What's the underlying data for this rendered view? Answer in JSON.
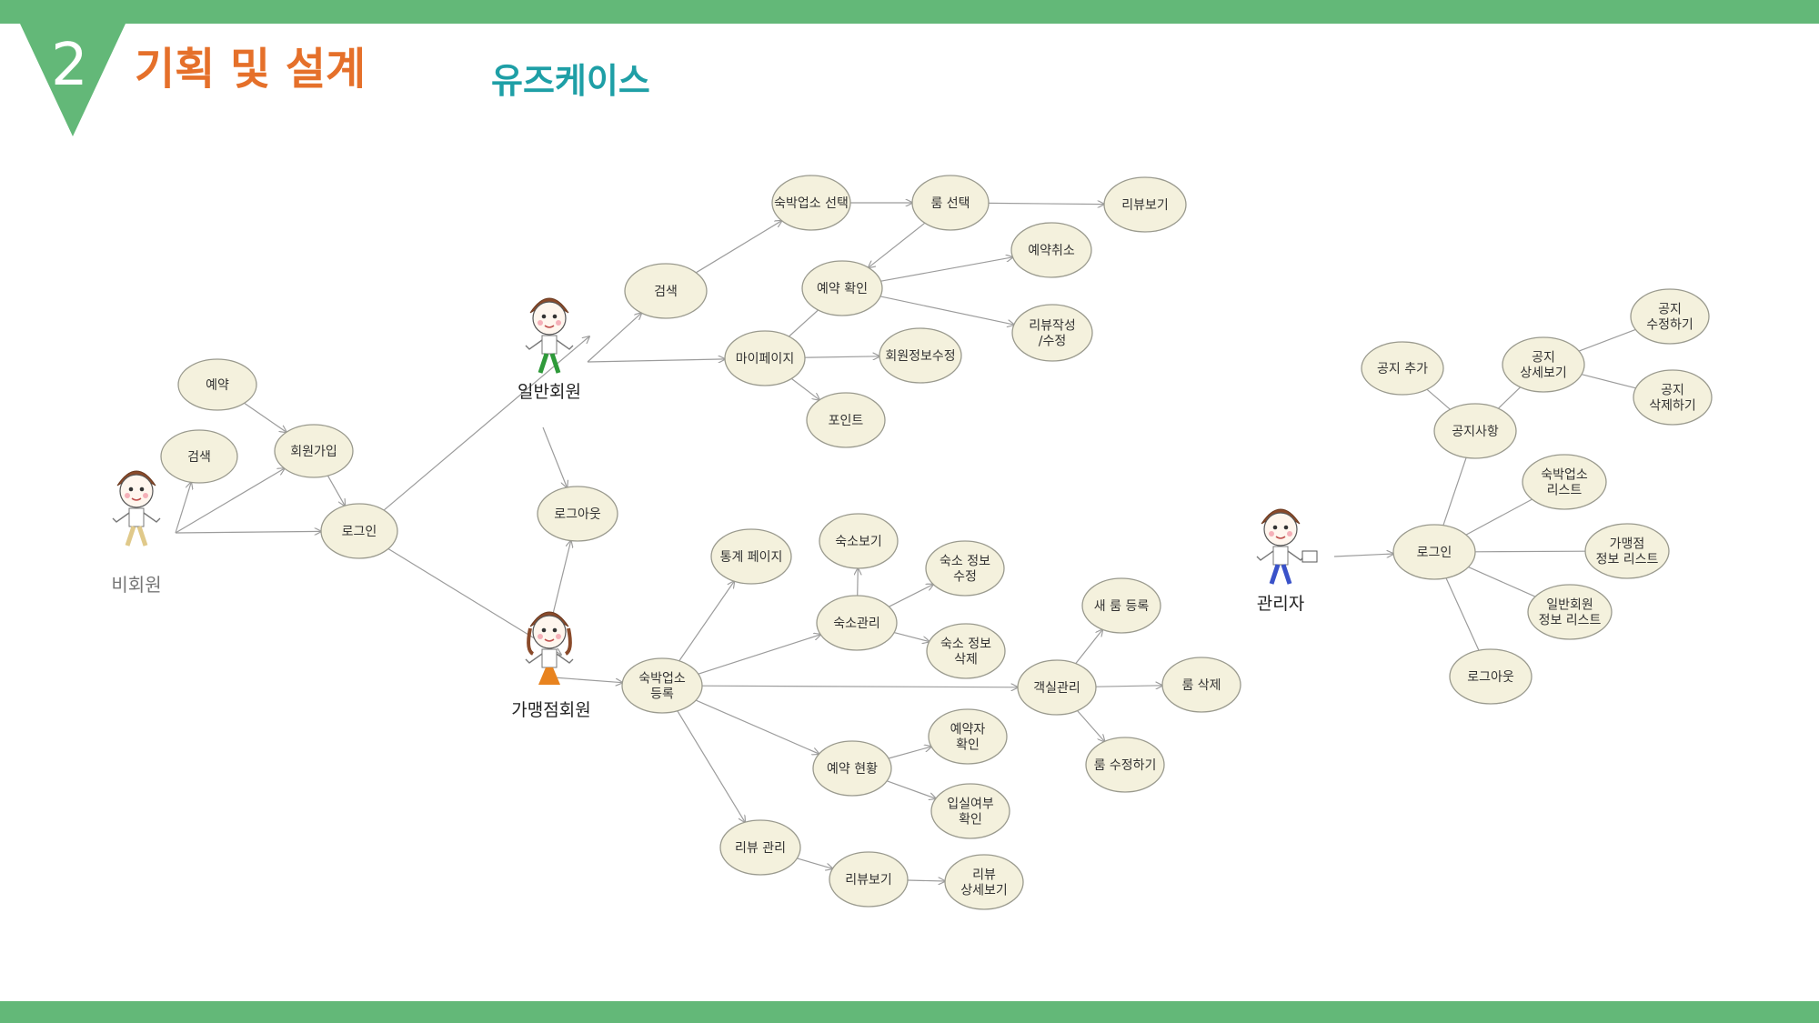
{
  "header": {
    "section_number": "2",
    "section_title": "기획 및 설계",
    "subtitle": "유즈케이스"
  },
  "colors": {
    "accent_green": "#63b878",
    "title_orange": "#e5702a",
    "subtitle_teal": "#1e9fa6",
    "node_fill": "#f4f1dd"
  },
  "diagram": {
    "actors": {
      "guest": "비회원",
      "member": "일반회원",
      "affiliate": "가맹점회원",
      "admin": "관리자"
    },
    "nodes": {
      "g_reserve": "예약",
      "g_search": "검색",
      "g_signup": "회원가입",
      "g_login": "로그인",
      "logout": "로그아웃",
      "m_search": "검색",
      "m_lodging_select": "숙박업소 선택",
      "m_room_select": "룸 선택",
      "m_review_view": "리뷰보기",
      "m_reserve_check": "예약 확인",
      "m_reserve_cancel": "예약취소",
      "m_review_write": "리뷰작성\n/수정",
      "m_mypage": "마이페이지",
      "m_info_edit": "회원정보수정",
      "m_point": "포인트",
      "a_stats": "통계 페이지",
      "a_lodging_view": "숙소보기",
      "a_lodging_mgmt": "숙소관리",
      "a_lodging_edit": "숙소 정보\n수정",
      "a_lodging_delete": "숙소 정보\n삭제",
      "a_lodging_register": "숙박업소\n등록",
      "a_room_mgmt": "객실관리",
      "a_room_new": "새 룸 등록",
      "a_room_delete": "룸 삭제",
      "a_room_edit": "룸 수정하기",
      "a_reserve_status": "예약 현황",
      "a_reserver_check": "예약자\n확인",
      "a_checkin": "입실여부\n확인",
      "a_review_mgmt": "리뷰 관리",
      "a_review_view": "리뷰보기",
      "a_review_detail": "리뷰\n상세보기",
      "ad_login": "로그인",
      "ad_notice": "공지사항",
      "ad_notice_add": "공지 추가",
      "ad_notice_detail": "공지\n상세보기",
      "ad_notice_edit": "공지\n수정하기",
      "ad_notice_delete": "공지\n삭제하기",
      "ad_lodging_list": "숙박업소\n리스트",
      "ad_affiliate_list": "가맹점\n정보 리스트",
      "ad_member_list": "일반회원\n정보 리스트",
      "ad_logout": "로그아웃"
    }
  }
}
